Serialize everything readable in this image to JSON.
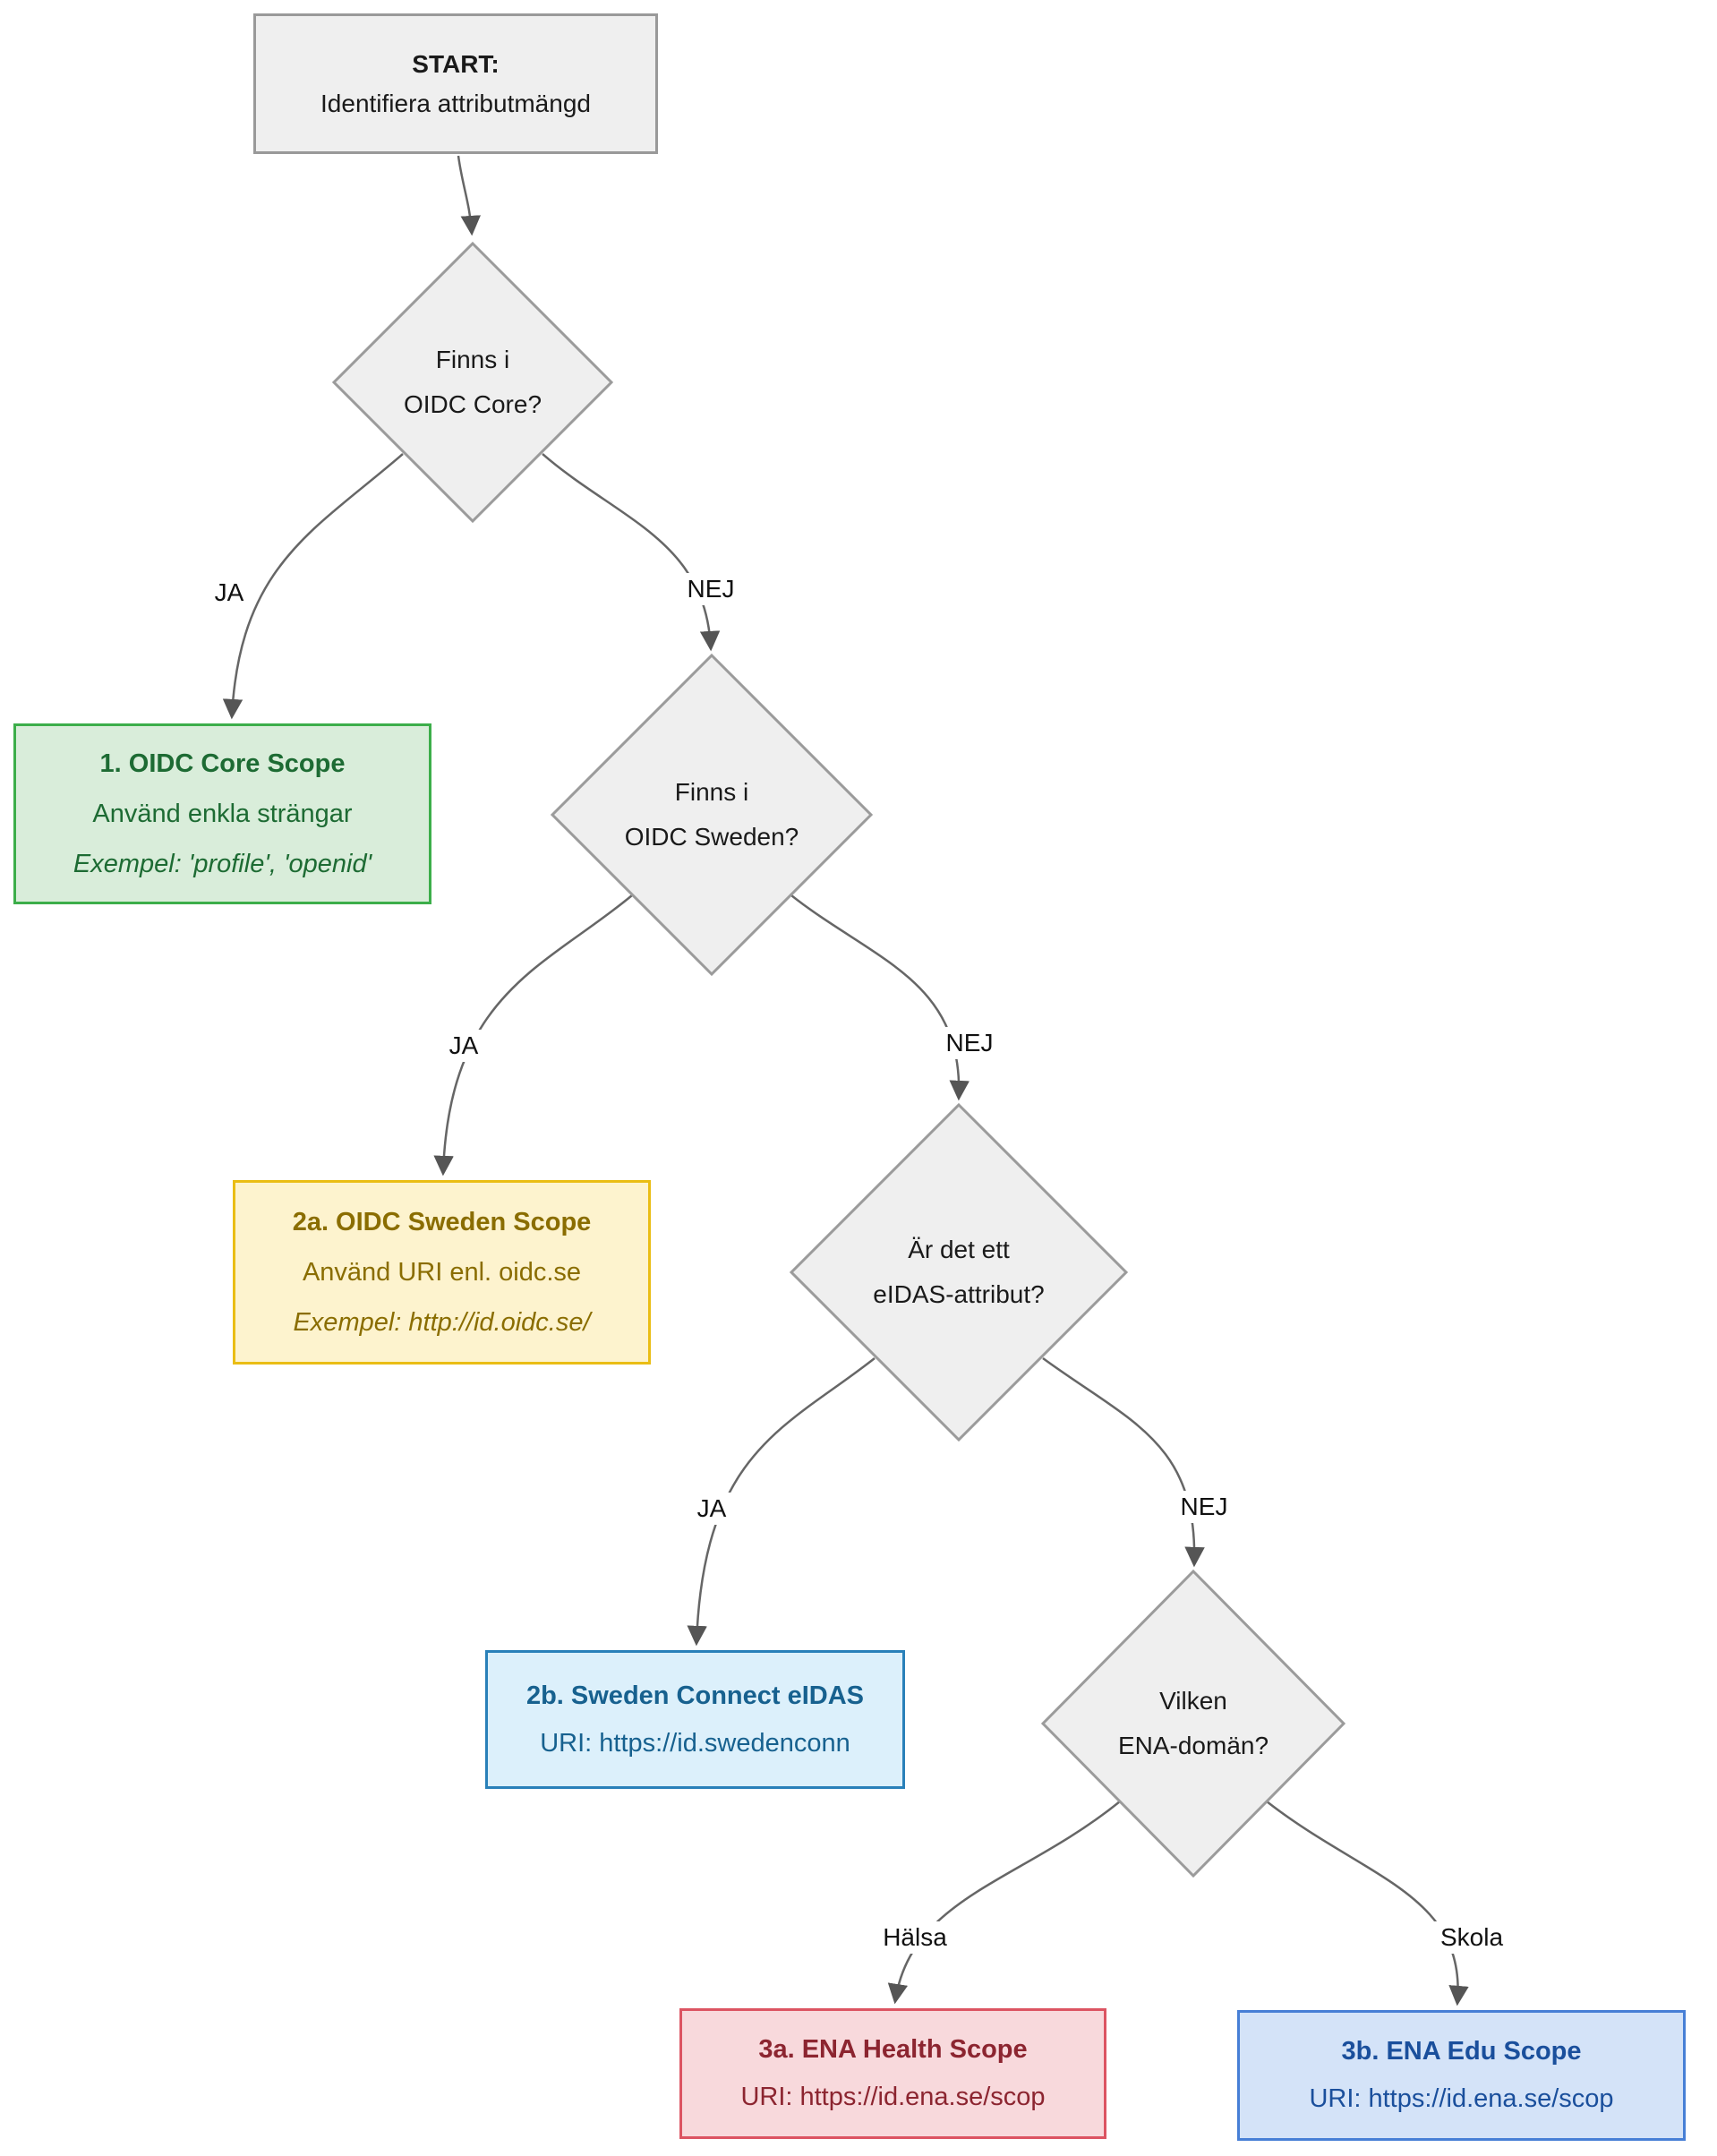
{
  "diagram_type": "flowchart-decision-tree",
  "colors": {
    "edge_line": "#666666",
    "arrowhead": "#555555",
    "neutral_fill": "#efefef",
    "neutral_border": "#999999",
    "green_fill": "#d9edda",
    "green_border": "#3cae4a",
    "green_text": "#1d6b33",
    "yellow_fill": "#fdf3ce",
    "yellow_border": "#eabd14",
    "yellow_text": "#8a6d00",
    "cyan_fill": "#dcf0fb",
    "cyan_border": "#2980b9",
    "cyan_text": "#17618f",
    "pink_fill": "#f8d9dc",
    "pink_border": "#dc5462",
    "pink_text": "#8c2530",
    "blue_fill": "#d4e3f8",
    "blue_border": "#477fd6",
    "blue_text": "#1a4f9c"
  },
  "nodes": {
    "start": {
      "title": "START:",
      "subtitle": "Identifiera attributmängd"
    },
    "decision1": {
      "line1": "Finns i",
      "line2": "OIDC Core?"
    },
    "decision2": {
      "line1": "Finns i",
      "line2": "OIDC Sweden?"
    },
    "decision3": {
      "line1": "Är det ett",
      "line2": "eIDAS-attribut?"
    },
    "decision4": {
      "line1": "Vilken",
      "line2": "ENA-domän?"
    },
    "result1": {
      "title": "1. OIDC Core Scope",
      "line2": "Använd enkla strängar",
      "line3": "Exempel: 'profile', 'openid'"
    },
    "result2a": {
      "title": "2a. OIDC Sweden Scope",
      "line2": "Använd URI enl. oidc.se",
      "line3": "Exempel: http://id.oidc.se/"
    },
    "result2b": {
      "title": "2b. Sweden Connect eIDAS",
      "line2": "URI: https://id.swedenconn"
    },
    "result3a": {
      "title": "3a. ENA Health Scope",
      "line2": "URI: https://id.ena.se/scop"
    },
    "result3b": {
      "title": "3b. ENA Edu Scope",
      "line2": "URI: https://id.ena.se/scop"
    }
  },
  "edge_labels": {
    "decision1_yes": "JA",
    "decision1_no": "NEJ",
    "decision2_yes": "JA",
    "decision2_no": "NEJ",
    "decision3_yes": "JA",
    "decision3_no": "NEJ",
    "decision4_health": "Hälsa",
    "decision4_school": "Skola"
  }
}
